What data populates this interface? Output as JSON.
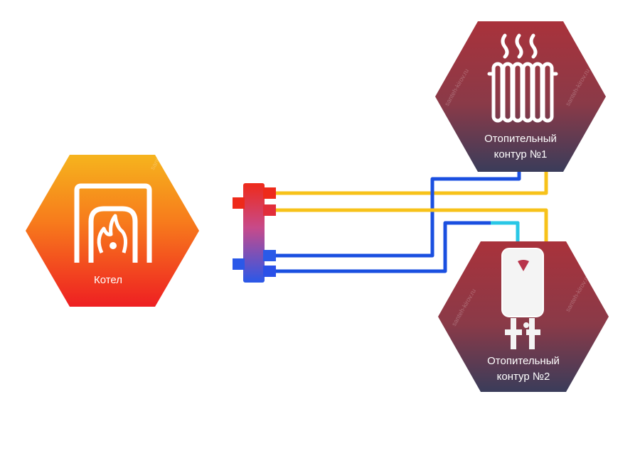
{
  "nodes": {
    "boiler": {
      "label": "Котел"
    },
    "circuit1": {
      "line1": "Отопительный",
      "line2": "контур  №1"
    },
    "circuit2": {
      "line1": "Отопительный",
      "line2": "контур  №2"
    }
  },
  "watermark": "santeh-kirov.ru",
  "icons": {
    "boiler": "boiler-flame-icon",
    "circuit1": "radiator-icon",
    "circuit2": "water-heater-icon"
  },
  "colors": {
    "hot": "#ee2a1a",
    "warm": "#f7c21a",
    "cold": "#1a4fe0",
    "cyan": "#29c7e6",
    "boiler_top": "#f6b41d",
    "boiler_bottom": "#ee1f22",
    "circuit_top": "#a9323b",
    "circuit_bottom": "#3b3d5a"
  }
}
